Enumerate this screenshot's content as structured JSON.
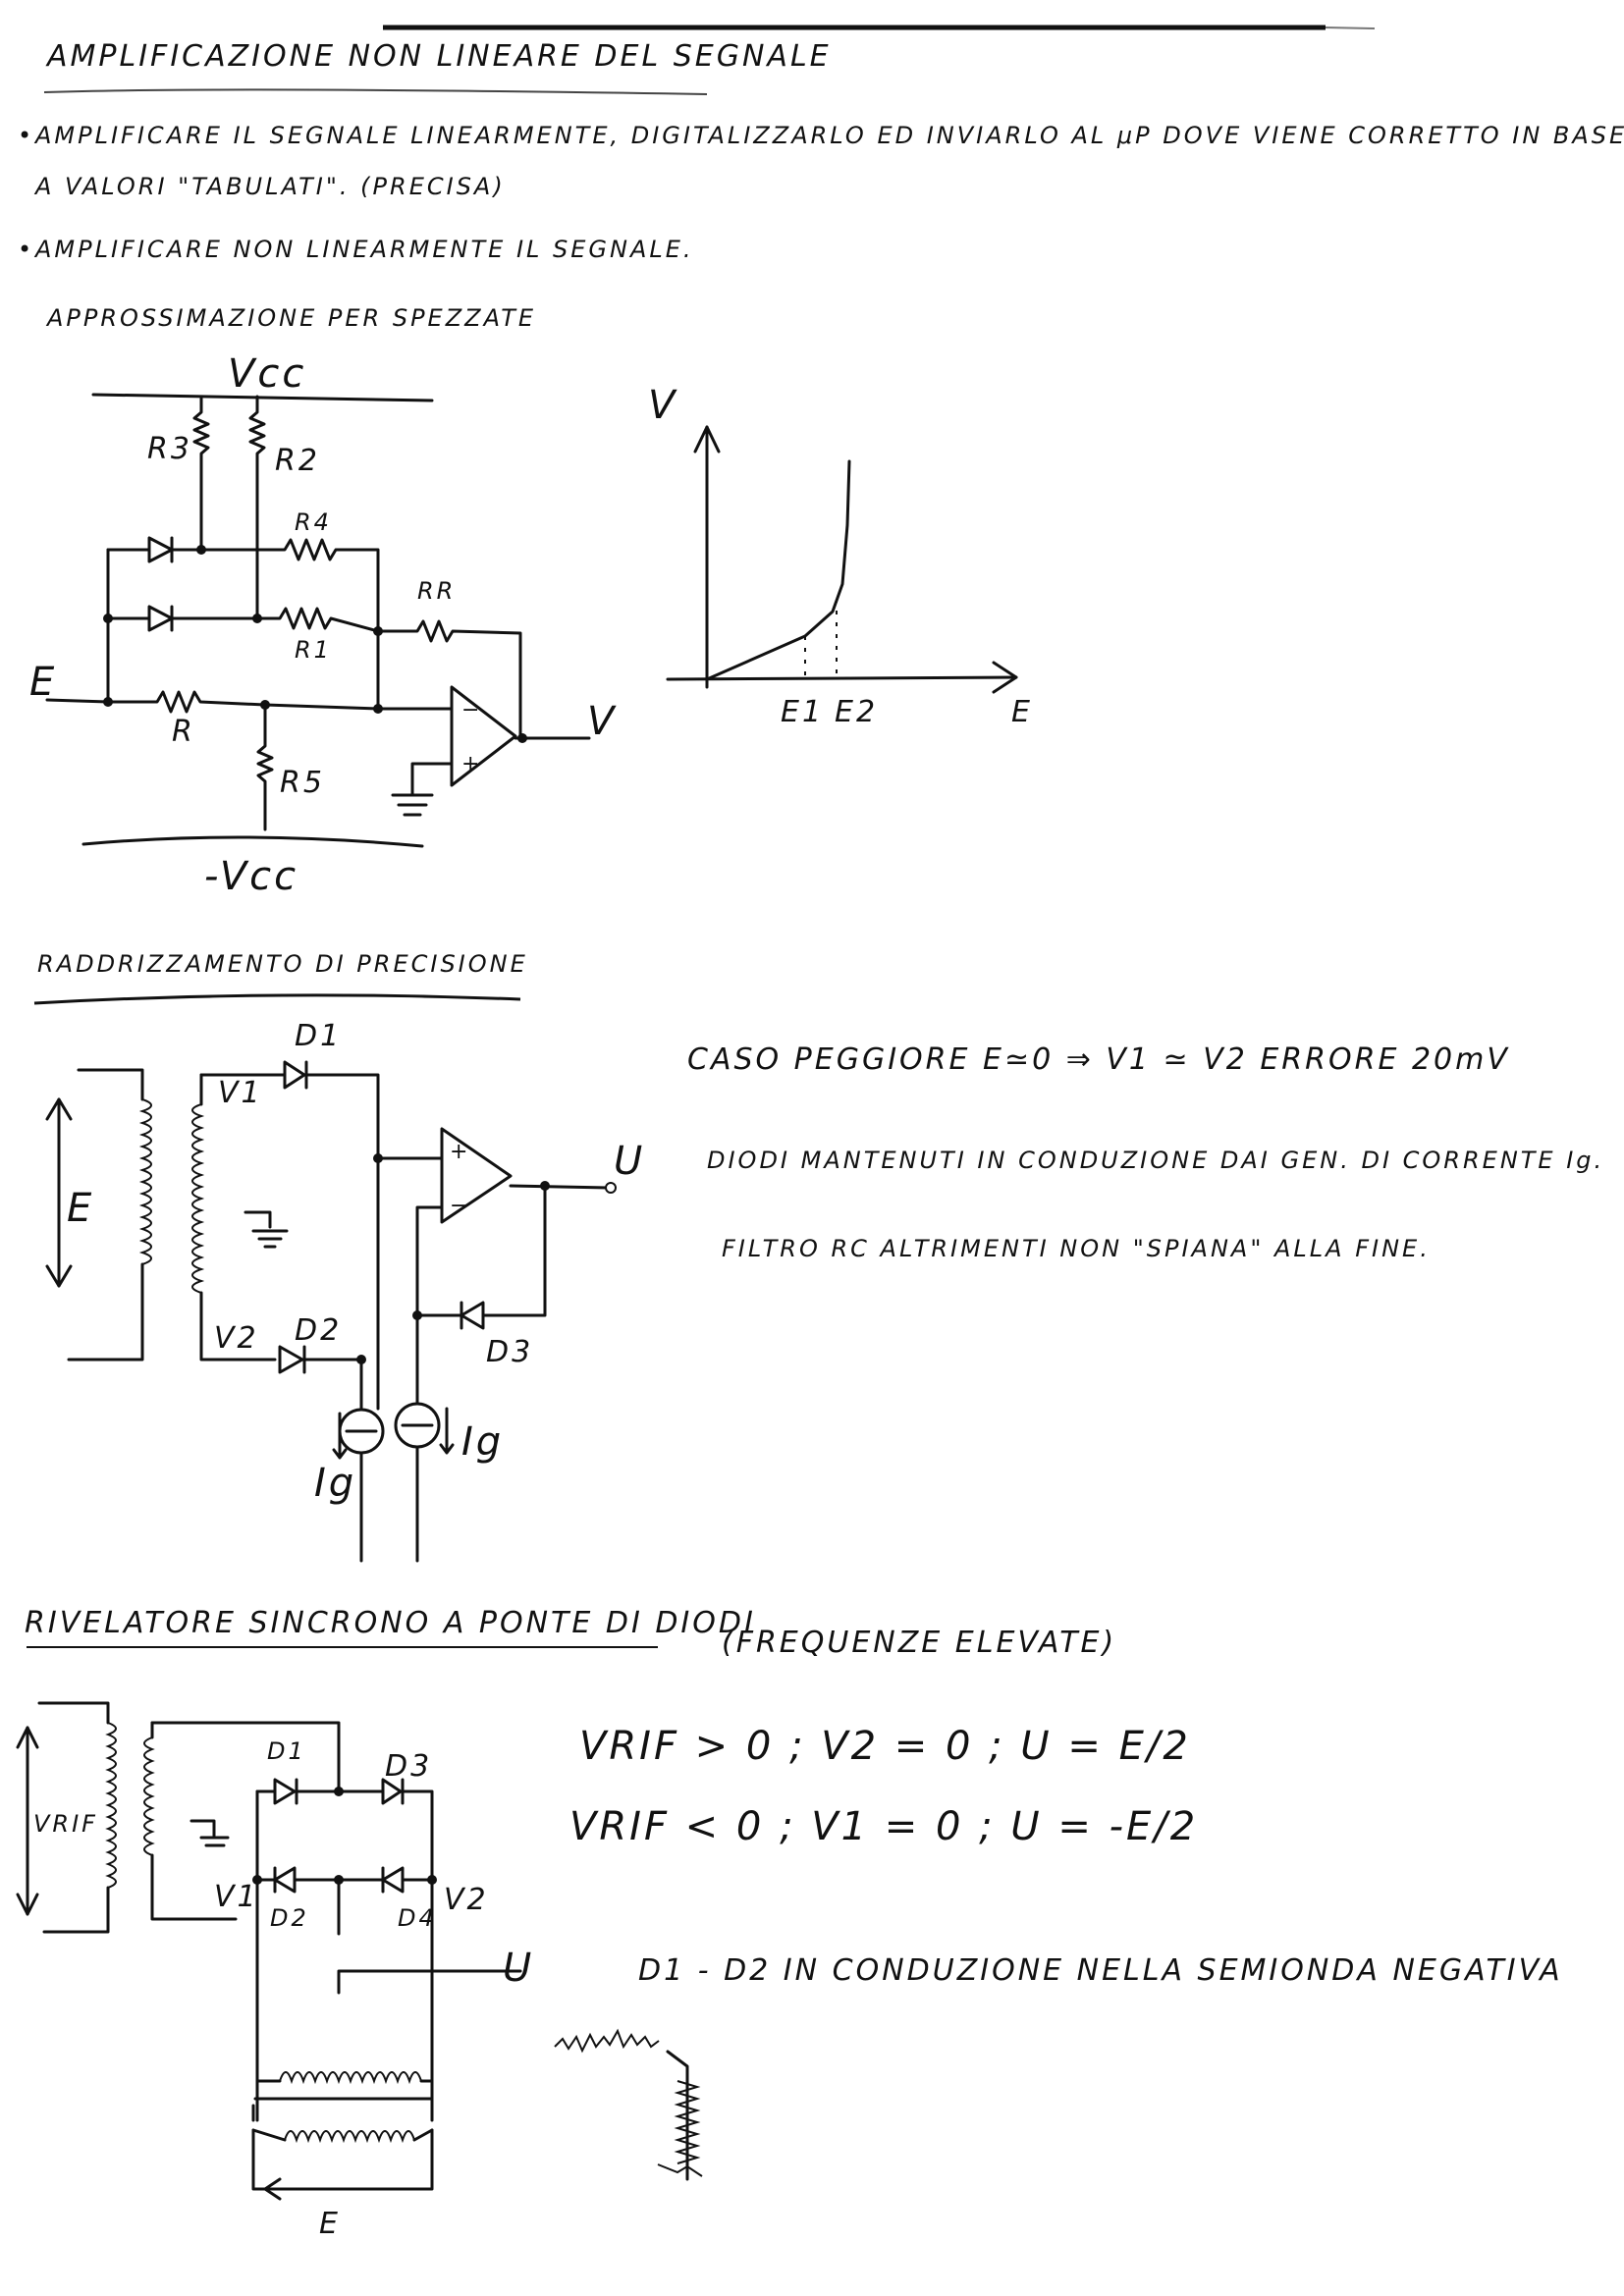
{
  "header": {
    "title": "AMPLIFICAZIONE NON LINEARE DEL SEGNALE"
  },
  "intro": {
    "bullet1_line1": "AMPLIFICARE IL SEGNALE LINEARMENTE, DIGITALIZZARLO ED INVIARLO AL μP DOVE VIENE CORRETTO IN BASE",
    "bullet1_line2": "A VALORI \"TABULATI\". (PRECISA)",
    "bullet2": "AMPLIFICARE NON LINEARMENTE IL SEGNALE."
  },
  "section1": {
    "heading": "APPROSSIMAZIONE PER SPEZZATE",
    "circuit": {
      "vcc": "Vcc",
      "neg_vcc": "-Vcc",
      "r3": "R3",
      "r2": "R2",
      "r4": "R4",
      "r1": "R1",
      "rr": "RR",
      "r": "R",
      "r5": "R5",
      "input": "E",
      "output": "V"
    },
    "graph": {
      "y_axis_label": "V",
      "x_axis_label": "E",
      "e1": "E1",
      "e2": "E2"
    }
  },
  "section2": {
    "heading": "RADDRIZZAMENTO DI PRECISIONE",
    "circuit": {
      "d1": "D1",
      "d2": "D2",
      "d3": "D3",
      "v1": "V1",
      "v2": "V2",
      "input": "E",
      "output": "U",
      "ig_left": "Ig",
      "ig_right": "Ig"
    },
    "note1": "CASO PEGGIORE  E≃0  ⇒  V1 ≃ V2   ERRORE 20mV",
    "note2": "DIODI MANTENUTI IN CONDUZIONE DAI GEN. DI CORRENTE Ig.",
    "note3": "FILTRO RC ALTRIMENTI NON \"SPIANA\" ALLA FINE."
  },
  "section3": {
    "heading": "RIVELATORE SINCRONO A PONTE DI DIODI",
    "subheading": "(FREQUENZE ELEVATE)",
    "circuit": {
      "vrif": "VRIF",
      "d1": "D1",
      "d2": "D2",
      "d3": "D3",
      "d4": "D4",
      "v1": "V1",
      "v2": "V2",
      "output": "U",
      "input": "E"
    },
    "eq1": "VRIF > 0  ;  V2 = 0  ;  U = E/2",
    "eq2": "VRIF < 0  ;  V1 = 0  ;  U = -E/2",
    "note": "D1 - D2  IN CONDUZIONE NELLA SEMIONDA NEGATIVA"
  }
}
